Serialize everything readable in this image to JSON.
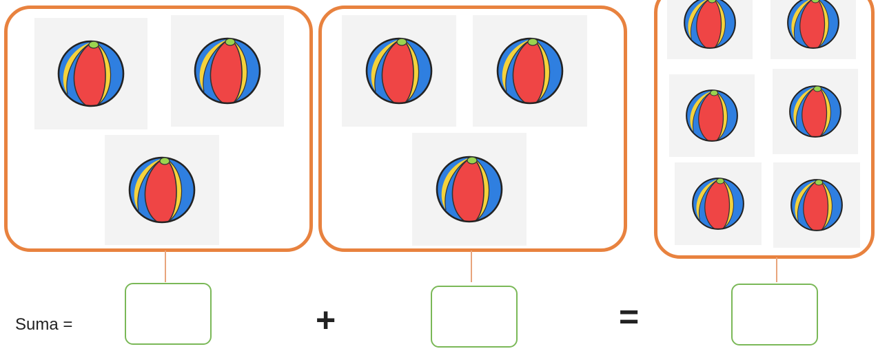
{
  "worksheet": {
    "sum_label": "Suma =",
    "plus_sign": "+",
    "equals_sign": "=",
    "groups": [
      {
        "ball_count": 3
      },
      {
        "ball_count": 3
      },
      {
        "ball_count": 6
      }
    ],
    "answer_boxes": [
      "",
      "",
      ""
    ],
    "colors": {
      "group_border": "#e8823f",
      "answer_border": "#7ab857",
      "ball_red": "#ef4545",
      "ball_yellow": "#f5d23c",
      "ball_blue": "#2f7fe0",
      "ball_top": "#9bd44f",
      "tile_background": "#f3f3f3"
    },
    "icon": "beach-ball-icon"
  }
}
